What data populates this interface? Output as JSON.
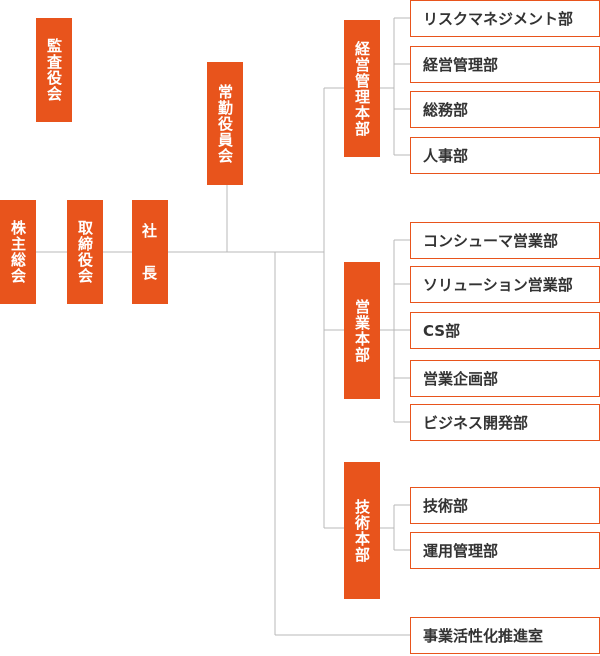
{
  "accent_color": "#e8541c",
  "line_color": "#b8b8b8",
  "org": {
    "auditor": "監査役会",
    "shareholders": "株主総会",
    "board": "取締役会",
    "president": [
      "社",
      "長"
    ],
    "executive": "常勤役員会",
    "divisions": [
      {
        "name": "経営管理本部",
        "departments": [
          "リスクマネジメント部",
          "経営管理部",
          "総務部",
          "人事部"
        ]
      },
      {
        "name": "営業本部",
        "departments": [
          "コンシューマ営業部",
          "ソリューション営業部",
          "CS部",
          "営業企画部",
          "ビジネス開発部"
        ]
      },
      {
        "name": "技術本部",
        "departments": [
          "技術部",
          "運用管理部"
        ]
      }
    ],
    "standalone": "事業活性化推進室"
  }
}
